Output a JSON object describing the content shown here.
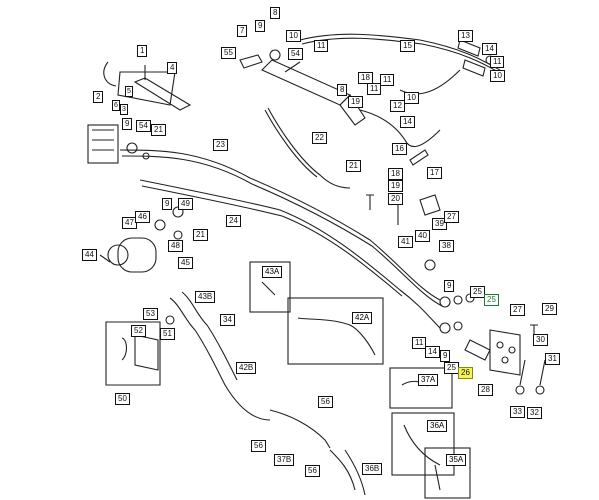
{
  "callouts": [
    {
      "id": "c1",
      "text": "1"
    },
    {
      "id": "c2",
      "text": "2"
    },
    {
      "id": "c3",
      "text": "3"
    },
    {
      "id": "c4",
      "text": "4"
    },
    {
      "id": "c5a",
      "text": "5"
    },
    {
      "id": "c6a",
      "text": "6"
    },
    {
      "id": "c7",
      "text": "7"
    },
    {
      "id": "c8a",
      "text": "8"
    },
    {
      "id": "c9a",
      "text": "9"
    },
    {
      "id": "c10a",
      "text": "10"
    },
    {
      "id": "c11a",
      "text": "11"
    },
    {
      "id": "c54a",
      "text": "54"
    },
    {
      "id": "c55",
      "text": "55"
    },
    {
      "id": "c15a",
      "text": "15"
    },
    {
      "id": "c13",
      "text": "13"
    },
    {
      "id": "c14a",
      "text": "14"
    },
    {
      "id": "c11b",
      "text": "11"
    },
    {
      "id": "c10b",
      "text": "10"
    },
    {
      "id": "c11c",
      "text": "11"
    },
    {
      "id": "c8b",
      "text": "8"
    },
    {
      "id": "c18a",
      "text": "18"
    },
    {
      "id": "c11d",
      "text": "11"
    },
    {
      "id": "c12",
      "text": "12"
    },
    {
      "id": "c19a",
      "text": "19"
    },
    {
      "id": "c10c",
      "text": "10"
    },
    {
      "id": "c14b",
      "text": "14"
    },
    {
      "id": "c16",
      "text": "16"
    },
    {
      "id": "c17",
      "text": "17"
    },
    {
      "id": "c9b",
      "text": "9"
    },
    {
      "id": "c54b",
      "text": "54"
    },
    {
      "id": "c21a",
      "text": "21"
    },
    {
      "id": "c22",
      "text": "22"
    },
    {
      "id": "c23",
      "text": "23"
    },
    {
      "id": "c21b",
      "text": "21"
    },
    {
      "id": "c18b",
      "text": "18"
    },
    {
      "id": "c19b",
      "text": "19"
    },
    {
      "id": "c20",
      "text": "20"
    },
    {
      "id": "c39",
      "text": "39"
    },
    {
      "id": "c27a",
      "text": "27"
    },
    {
      "id": "c41",
      "text": "41"
    },
    {
      "id": "c40",
      "text": "40"
    },
    {
      "id": "c9c",
      "text": "9"
    },
    {
      "id": "c49",
      "text": "49"
    },
    {
      "id": "c47",
      "text": "47"
    },
    {
      "id": "c46",
      "text": "46"
    },
    {
      "id": "c48",
      "text": "48"
    },
    {
      "id": "c21c",
      "text": "21"
    },
    {
      "id": "c24",
      "text": "24"
    },
    {
      "id": "c44",
      "text": "44"
    },
    {
      "id": "c45",
      "text": "45"
    },
    {
      "id": "c38",
      "text": "38"
    },
    {
      "id": "c43a",
      "text": "43A"
    },
    {
      "id": "c43b",
      "text": "43B"
    },
    {
      "id": "c53",
      "text": "53"
    },
    {
      "id": "c52",
      "text": "52"
    },
    {
      "id": "c51",
      "text": "51"
    },
    {
      "id": "c34",
      "text": "34"
    },
    {
      "id": "c42a",
      "text": "42A"
    },
    {
      "id": "c50",
      "text": "50"
    },
    {
      "id": "c42b",
      "text": "42B"
    },
    {
      "id": "c56a",
      "text": "56"
    },
    {
      "id": "c56b",
      "text": "56"
    },
    {
      "id": "c37b",
      "text": "37B"
    },
    {
      "id": "c56c",
      "text": "56"
    },
    {
      "id": "c36b",
      "text": "36B"
    },
    {
      "id": "c35a",
      "text": "35A"
    },
    {
      "id": "c36a",
      "text": "36A"
    },
    {
      "id": "c37a",
      "text": "37A"
    },
    {
      "id": "c9d",
      "text": "9"
    },
    {
      "id": "c25a",
      "text": "25"
    },
    {
      "id": "c25b",
      "text": "25"
    },
    {
      "id": "c27b",
      "text": "27"
    },
    {
      "id": "c29",
      "text": "29"
    },
    {
      "id": "c11e",
      "text": "11"
    },
    {
      "id": "c14c",
      "text": "14"
    },
    {
      "id": "c9e",
      "text": "9"
    },
    {
      "id": "c25c",
      "text": "25"
    },
    {
      "id": "c26",
      "text": "26"
    },
    {
      "id": "c28",
      "text": "28"
    },
    {
      "id": "c30",
      "text": "30"
    },
    {
      "id": "c31",
      "text": "31"
    },
    {
      "id": "c32",
      "text": "32"
    },
    {
      "id": "c33",
      "text": "33"
    }
  ],
  "colors": {
    "highlight": "#f5f55a",
    "green_label": "#1c7d2f",
    "line": "#222222"
  }
}
